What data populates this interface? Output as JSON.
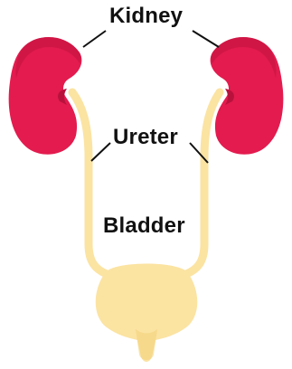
{
  "labels": {
    "kidney": "Kidney",
    "ureter": "Ureter",
    "bladder": "Bladder"
  },
  "colors": {
    "kidney": "#e31b4e",
    "kidney_shadow": "#b8123c",
    "ureter": "#fbe3a2",
    "bladder": "#fbe3a2",
    "bladder_shadow": "#f3d27a",
    "pointer_line": "#111111",
    "text": "#111111",
    "background": "#ffffff"
  }
}
